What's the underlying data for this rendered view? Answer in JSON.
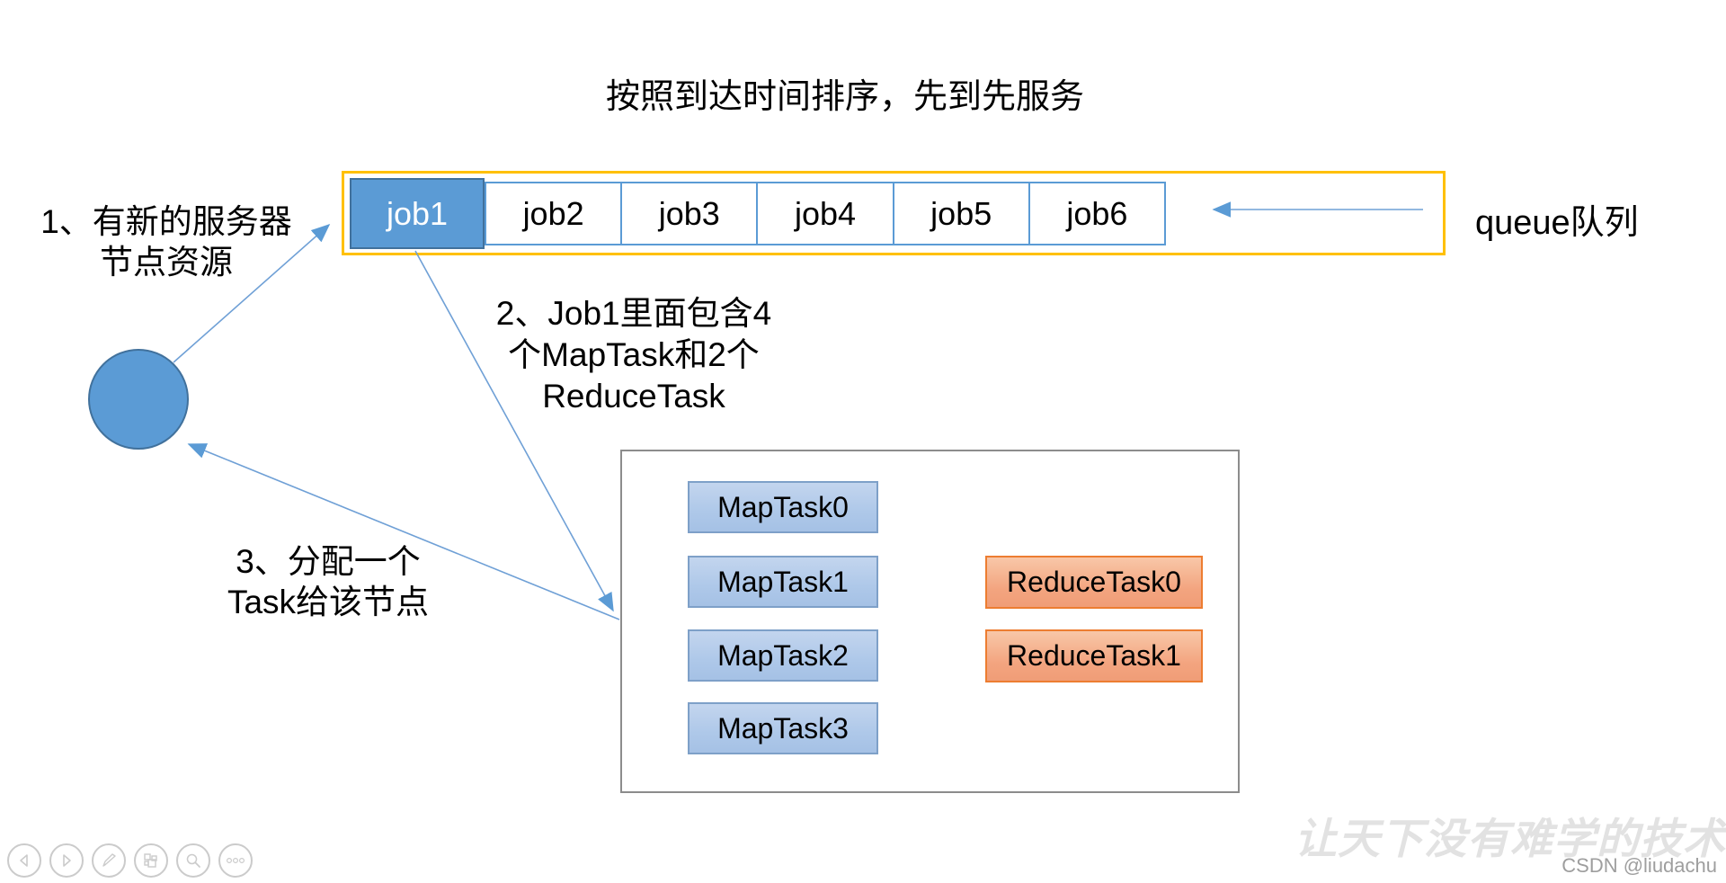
{
  "title": "按照到达时间排序，先到先服务",
  "queue": {
    "label": "queue队列",
    "jobs": [
      {
        "label": "job1",
        "state": "selected"
      },
      {
        "label": "job2",
        "state": "waiting"
      },
      {
        "label": "job3",
        "state": "waiting"
      },
      {
        "label": "job4",
        "state": "waiting"
      },
      {
        "label": "job5",
        "state": "waiting"
      },
      {
        "label": "job6",
        "state": "waiting"
      }
    ]
  },
  "steps": {
    "step1_line1": "1、有新的服务器",
    "step1_line2": "节点资源",
    "step2_line1": "2、Job1里面包含4",
    "step2_line2": "个MapTask和2个",
    "step2_line3": "ReduceTask",
    "step3_line1": "3、分配一个",
    "step3_line2": "Task给该节点"
  },
  "task_panel": {
    "map_tasks": [
      "MapTask0",
      "MapTask1",
      "MapTask2",
      "MapTask3"
    ],
    "reduce_tasks": [
      "ReduceTask0",
      "ReduceTask1"
    ]
  },
  "watermark": {
    "slogan": "让天下没有难学的技术",
    "credit": "CSDN @liudachu"
  },
  "toolbar": {
    "icons": [
      "previous",
      "next",
      "pen",
      "slides",
      "zoom",
      "more"
    ]
  },
  "colors": {
    "queue_border": "#FFC000",
    "job_active_fill": "#5B9BD5",
    "job_active_border": "#41719C",
    "job_border": "#5B9BD5",
    "arrow": "#6FA0D6",
    "map_task_fill": "#AEC8E9",
    "map_task_border": "#7EA0C8",
    "reduce_task_fill": "#F3A47F",
    "reduce_task_border": "#ED7D31",
    "panel_border": "#8C8C8C",
    "node_fill": "#5B9BD5",
    "node_border": "#41719C"
  }
}
